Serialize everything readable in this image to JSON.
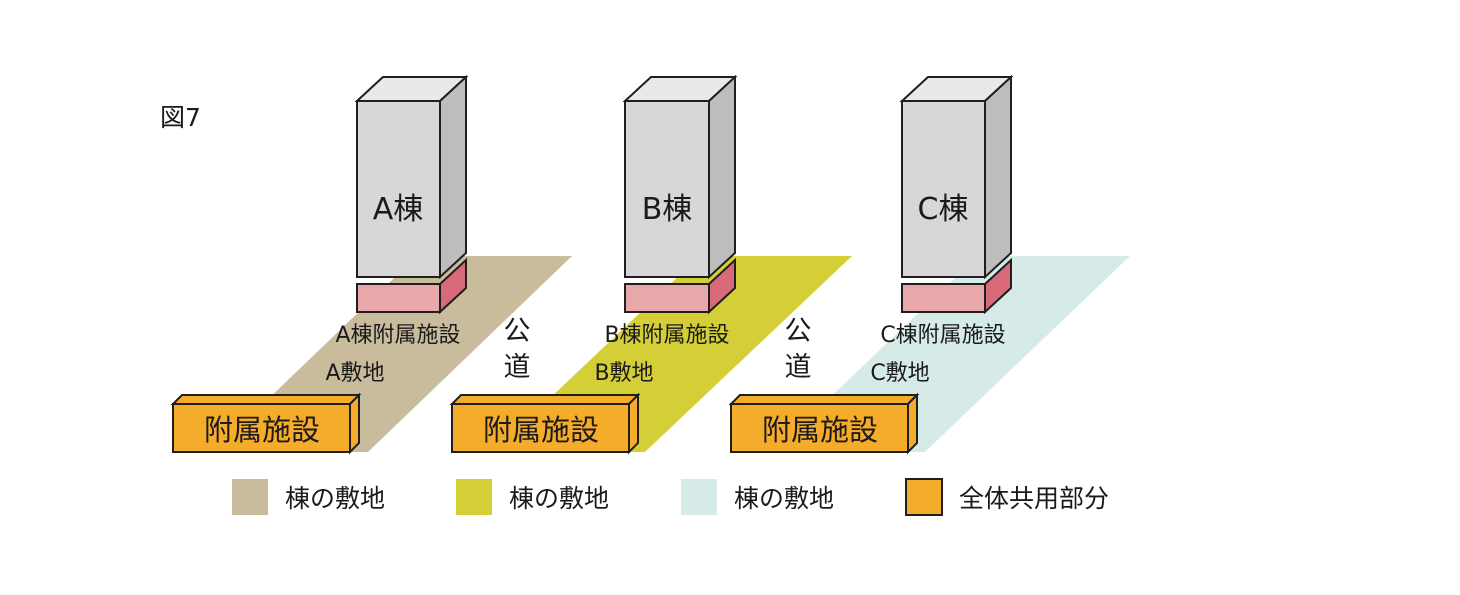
{
  "figure_label": "図7",
  "colors": {
    "lot_a": "#c9bc9c",
    "lot_b": "#d4cf36",
    "lot_c": "#d6ebe8",
    "shared": "#f6ac2b",
    "building_front": "#d7d7d7",
    "building_top": "#e9e9e9",
    "building_side": "#bdbdbd",
    "annex_front": "#e8a7aa",
    "annex_side": "#d86a79",
    "stroke": "#1f1f1f"
  },
  "buildings": [
    {
      "name": "A棟",
      "annex_label": "A棟附属施設",
      "lot_label": "A敷地",
      "shared_label": "附属施設"
    },
    {
      "name": "B棟",
      "annex_label": "B棟附属施設",
      "lot_label": "B敷地",
      "shared_label": "附属施設"
    },
    {
      "name": "C棟",
      "annex_label": "C棟附属施設",
      "lot_label": "C敷地",
      "shared_label": "附属施設"
    }
  ],
  "road_labels": [
    {
      "chars": [
        "公",
        "道"
      ]
    },
    {
      "chars": [
        "公",
        "道"
      ]
    }
  ],
  "legend": [
    {
      "label": "棟の敷地",
      "color": "#c9bc9c"
    },
    {
      "label": "棟の敷地",
      "color": "#d4cf36"
    },
    {
      "label": "棟の敷地",
      "color": "#d6ebe8"
    },
    {
      "label": "全体共用部分",
      "color": "#f6ac2b"
    }
  ]
}
